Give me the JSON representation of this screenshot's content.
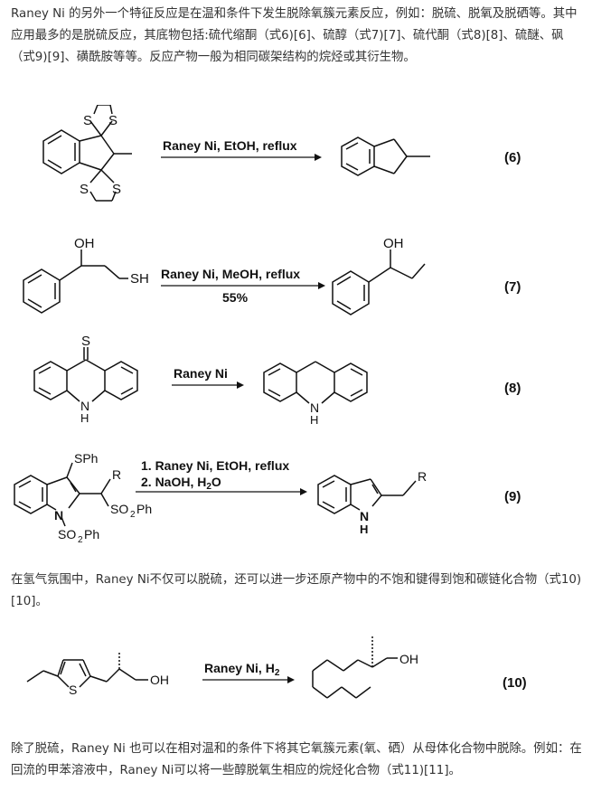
{
  "paragraphs": {
    "intro": "Raney Ni 的另外一个特征反应是在温和条件下发生脱除氧簇元素反应，例如：脱硫、脱氧及脱硒等。其中应用最多的是脱硫反应，其底物包括:硫代缩酮（式6)[6]、硫醇（式7)[7]、硫代酮（式8)[8]、硫醚、砜（式9)[9]、磺酰胺等等。反应产物一般为相同碳架结构的烷烃或其衍生物。",
    "hydrogen": "在氢气氛围中，Raney Ni不仅可以脱硫，还可以进一步还原产物中的不饱和键得到饱和碳链化合物（式10)[10]。",
    "other": "除了脱硫，Raney Ni 也可以在相对温和的条件下将其它氧簇元素(氧、硒）从母体化合物中脱除。例如：在回流的甲苯溶液中，Raney Ni可以将一些醇脱氧生相应的烷烃化合物（式11)[11]。"
  },
  "reactions": [
    {
      "number": "(6)",
      "conditions": [
        "Raney Ni, EtOH, reflux"
      ]
    },
    {
      "number": "(7)",
      "conditions": [
        "Raney Ni, MeOH, reflux",
        "55%"
      ]
    },
    {
      "number": "(8)",
      "conditions": [
        "Raney Ni"
      ]
    },
    {
      "number": "(9)",
      "conditions": [
        "1. Raney Ni, EtOH, reflux",
        "2. NaOH, H"
      ],
      "subscript": "2",
      "suffix": "O"
    },
    {
      "number": "(10)",
      "conditions": [
        "Raney Ni, H"
      ],
      "subscript": "2"
    }
  ],
  "atoms": {
    "S": "S",
    "OH": "OH",
    "SH": "SH",
    "N": "N",
    "H": "H",
    "SPh": "SPh",
    "R": "R",
    "SO2Ph": "SO",
    "Ph": "Ph",
    "two": "2"
  },
  "colors": {
    "text": "#333333",
    "ink": "#111111",
    "background": "#ffffff"
  }
}
